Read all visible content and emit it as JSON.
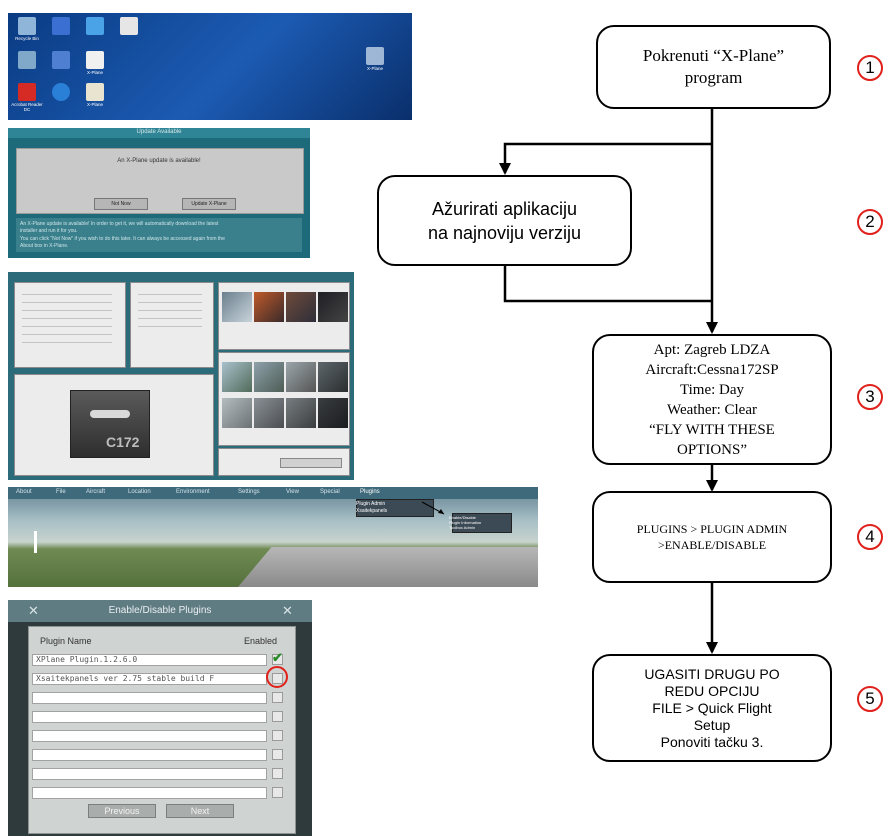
{
  "flowchart": {
    "steps": [
      {
        "number": "1",
        "lines": [
          "Pokrenuti “X-Plane”",
          "program"
        ]
      },
      {
        "number": "2",
        "lines": [
          "Ažurirati aplikaciju",
          "na najnoviju verziju"
        ]
      },
      {
        "number": "3",
        "lines": [
          "Apt: Zagreb LDZA",
          "Aircraft:Cessna172SP",
          "Time: Day",
          "Weather: Clear",
          "“FLY WITH THESE",
          "OPTIONS”"
        ]
      },
      {
        "number": "4",
        "lines": [
          "PLUGINS > PLUGIN ADMIN",
          ">ENABLE/DISABLE"
        ]
      },
      {
        "number": "5",
        "lines": [
          "UGASITI DRUGU PO",
          "REDU OPCIJU",
          "FILE > Quick Flight",
          "Setup",
          "Ponoviti tačku 3."
        ]
      }
    ],
    "colors": {
      "line": "#000000",
      "marker_ring": "#e0201b"
    }
  },
  "screenshots": {
    "desktop": {
      "icons": [
        {
          "label": "Recycle Bin",
          "icon": "recycle-bin-icon",
          "color": "#8fb6d9"
        },
        {
          "label": "X-Plane",
          "icon": "xplane-icon",
          "color": "#3b6fd1"
        },
        {
          "label": "X-Plane",
          "icon": "xplane-icon",
          "color": "#3b6fd1"
        },
        {
          "label": "Acrobat Reader DC",
          "icon": "acrobat-icon",
          "color": "#d62b24"
        }
      ],
      "right_icon_label": "X-Plane"
    },
    "update_dialog": {
      "title": "Update Available",
      "message": "An X-Plane update is available!",
      "buttons": [
        "Not Now",
        "Update X-Plane"
      ],
      "info_lines": [
        "An X-Plane update is available! In order to get it, we will automatically download the latest",
        "installer and run it for you.",
        "You can click \"Not Now\" if you wish to do this later. It can always be accessed again from the",
        "About box in X-Plane."
      ]
    },
    "quick_flight": {
      "model_label": "C172"
    },
    "menu": {
      "items": [
        "About",
        "File",
        "Aircraft",
        "Location",
        "Environment",
        "Settings",
        "View",
        "Special",
        "Plugins"
      ],
      "dropdown": [
        "Plugin Admin",
        "Xsaitekpanels"
      ],
      "submenu": [
        "Enable/Disable",
        "Plugin Information",
        "Toolbox Admin"
      ]
    },
    "plugins_dialog": {
      "title": "Enable/Disable Plugins",
      "col_name": "Plugin Name",
      "col_enabled": "Enabled",
      "rows": [
        {
          "name": "XPlane Plugin.1.2.6.0",
          "enabled": true
        },
        {
          "name": "Xsaitekpanels ver 2.75 stable build F",
          "enabled": false,
          "highlighted": true
        },
        {
          "name": "",
          "enabled": false
        },
        {
          "name": "",
          "enabled": false
        },
        {
          "name": "",
          "enabled": false
        },
        {
          "name": "",
          "enabled": false
        },
        {
          "name": "",
          "enabled": false
        },
        {
          "name": "",
          "enabled": false
        }
      ],
      "buttons": [
        "Previous",
        "Next"
      ],
      "check_color": "#2a8a2a",
      "highlight_color": "#e0201b"
    }
  }
}
